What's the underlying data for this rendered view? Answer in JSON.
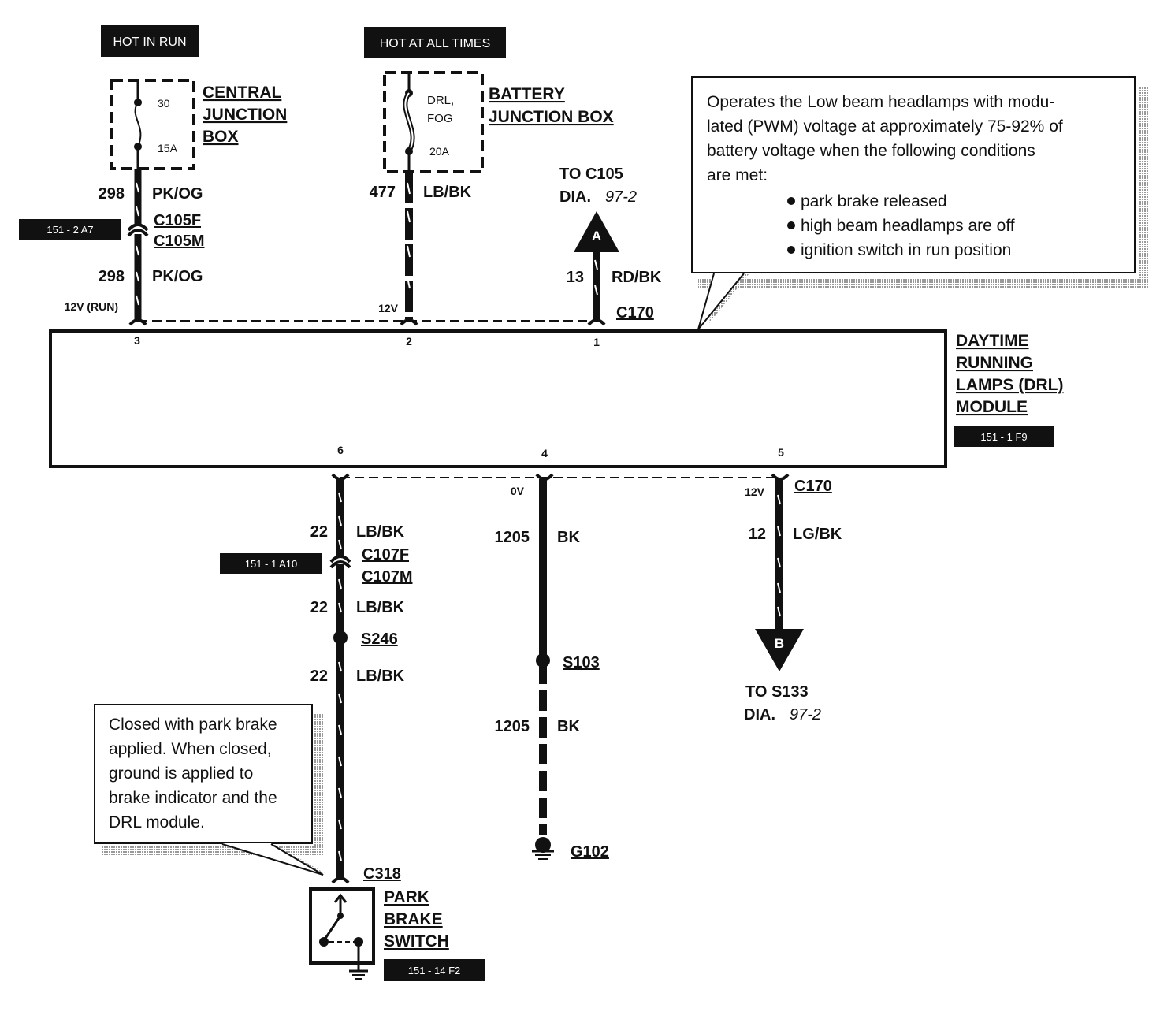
{
  "power_tags": {
    "hot_in_run": "HOT IN RUN",
    "hot_at_all_times": "HOT AT ALL TIMES"
  },
  "central_junction_box": {
    "title_lines": [
      "CENTRAL",
      "JUNCTION",
      "BOX"
    ],
    "fuse_number": "30",
    "fuse_rating": "15A"
  },
  "battery_junction_box": {
    "title_lines": [
      "BATTERY",
      "JUNCTION BOX"
    ],
    "fuse_label_lines": [
      "DRL,",
      "FOG"
    ],
    "fuse_rating": "20A"
  },
  "refs": {
    "c105": "151 - 2  A7",
    "c107": "151 - 1  A10",
    "module": "151 - 1  F9",
    "park_brake": "151 - 14  F2"
  },
  "circuits": {
    "c298_upper": {
      "number": "298",
      "color": "PK/OG"
    },
    "c298_lower": {
      "number": "298",
      "color": "PK/OG"
    },
    "c477": {
      "number": "477",
      "color": "LB/BK"
    },
    "c13": {
      "number": "13",
      "color": "RD/BK"
    },
    "c22_a": {
      "number": "22",
      "color": "LB/BK"
    },
    "c22_b": {
      "number": "22",
      "color": "LB/BK"
    },
    "c22_c": {
      "number": "22",
      "color": "LB/BK"
    },
    "c1205_a": {
      "number": "1205",
      "color": "BK"
    },
    "c1205_b": {
      "number": "1205",
      "color": "BK"
    },
    "c12": {
      "number": "12",
      "color": "LG/BK"
    }
  },
  "connectors": {
    "c105f": "C105F",
    "c105m": "C105M",
    "c107f": "C107F",
    "c107m": "C107M",
    "c170_top": "C170",
    "c170_bottom": "C170",
    "c318": "C318"
  },
  "splices": {
    "s246": "S246",
    "s103": "S103"
  },
  "ground": "G102",
  "voltages": {
    "pin3": "12V (RUN)",
    "pin2": "12V",
    "pin4": "0V",
    "pin5": "12V"
  },
  "pins": {
    "p1": "1",
    "p2": "2",
    "p3": "3",
    "p4": "4",
    "p5": "5",
    "p6": "6"
  },
  "arrow_a": {
    "letter": "A",
    "line1": "TO C105",
    "dia_label": "DIA.",
    "dia_value": "97-2"
  },
  "arrow_b": {
    "letter": "B",
    "line1": "TO S133",
    "dia_label": "DIA.",
    "dia_value": "97-2"
  },
  "module": {
    "title_lines": [
      "DAYTIME",
      "RUNNING",
      "LAMPS (DRL)",
      "MODULE"
    ]
  },
  "note_drl": {
    "lines": [
      "Operates the Low beam headlamps with modu-",
      "lated (PWM) voltage at approximately 75-92% of",
      "battery voltage when the following conditions",
      "are met:"
    ],
    "bullets": [
      "park brake released",
      "high beam headlamps are off",
      "ignition switch in run position"
    ]
  },
  "note_park": {
    "lines": [
      "Closed with park brake",
      "applied.  When closed,",
      "ground is applied to",
      "brake indicator and the",
      "DRL module."
    ]
  },
  "park_brake_switch": {
    "title_lines": [
      "PARK",
      "BRAKE",
      "SWITCH"
    ]
  }
}
